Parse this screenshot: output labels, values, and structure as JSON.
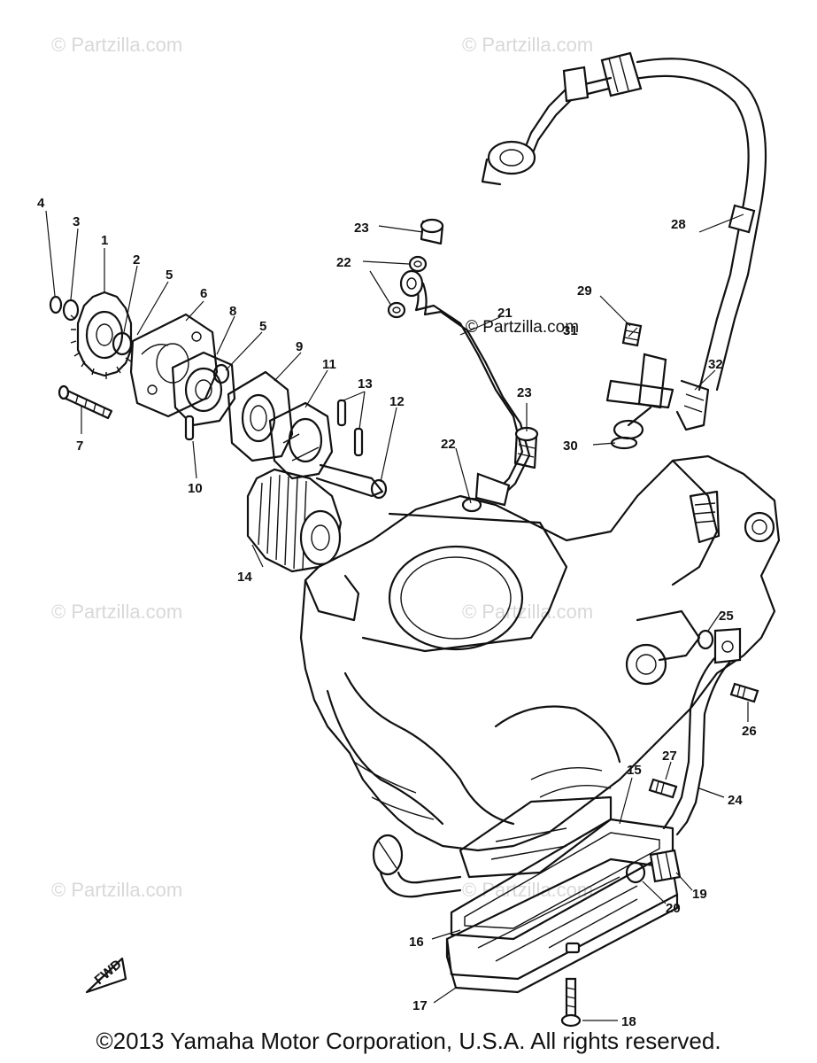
{
  "watermark": "© Partzilla.com",
  "copyright": "©2013  Yamaha Motor Corporation, U.S.A. All rights reserved.",
  "callouts": [
    "1",
    "2",
    "3",
    "4",
    "5",
    "5",
    "6",
    "7",
    "8",
    "9",
    "10",
    "11",
    "12",
    "13",
    "14",
    "15",
    "16",
    "17",
    "18",
    "19",
    "20",
    "21",
    "22",
    "22",
    "23",
    "23",
    "24",
    "25",
    "26",
    "27",
    "28",
    "29",
    "30",
    "31",
    "32"
  ],
  "fwd_mark": "FWD"
}
